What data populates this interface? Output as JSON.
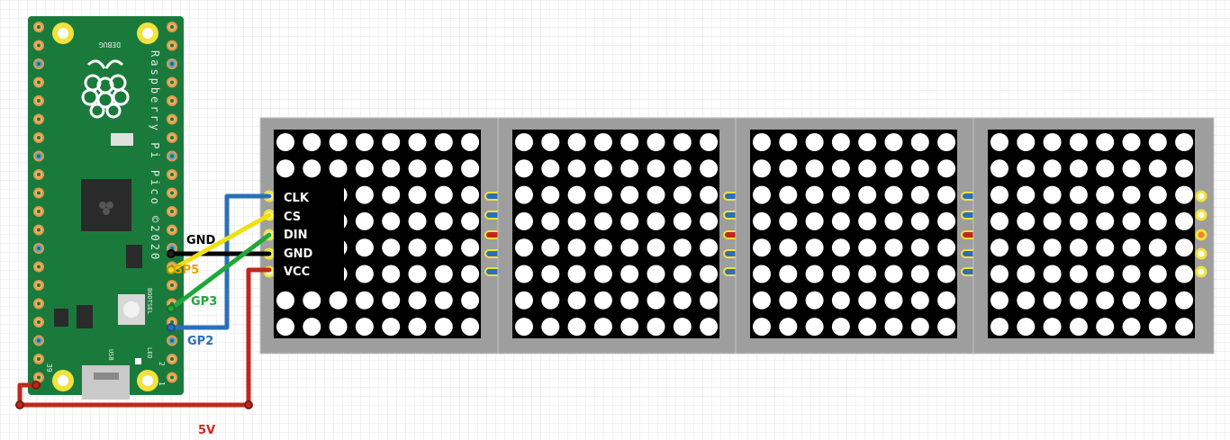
{
  "board": {
    "silkscreen": "Raspberry Pi Pico ©2020",
    "debug_label": "DEBUG",
    "bootsel_label": "BOOTSEL",
    "usb_label": "USB",
    "led_label": "LED",
    "pin_39": "39",
    "pin_2": "2",
    "pin_1": "1",
    "color": "#1a7a3c"
  },
  "matrix": {
    "module_count": 4,
    "rows": 8,
    "cols": 8,
    "input_pins": [
      "CLK",
      "CS",
      "DIN",
      "GND",
      "VCC"
    ],
    "frame_color": "#9e9e9e",
    "face_color": "#000000",
    "led_color": "#ffffff"
  },
  "wires": [
    {
      "name": "GND",
      "label": "GND",
      "color": "#000000",
      "label_color": "#000000"
    },
    {
      "name": "CS",
      "label": "GP5",
      "color": "#f0e010",
      "label_color": "#e8a000"
    },
    {
      "name": "DIN",
      "label": "GP3",
      "color": "#1fa83a",
      "label_color": "#1fa83a"
    },
    {
      "name": "CLK",
      "label": "GP2",
      "color": "#2a6fb8",
      "label_color": "#2a6fb8"
    },
    {
      "name": "VCC",
      "label": "5V",
      "color": "#c0281a",
      "label_color": "#d0281a"
    }
  ],
  "grid": {
    "color": "#e6e6e6"
  }
}
